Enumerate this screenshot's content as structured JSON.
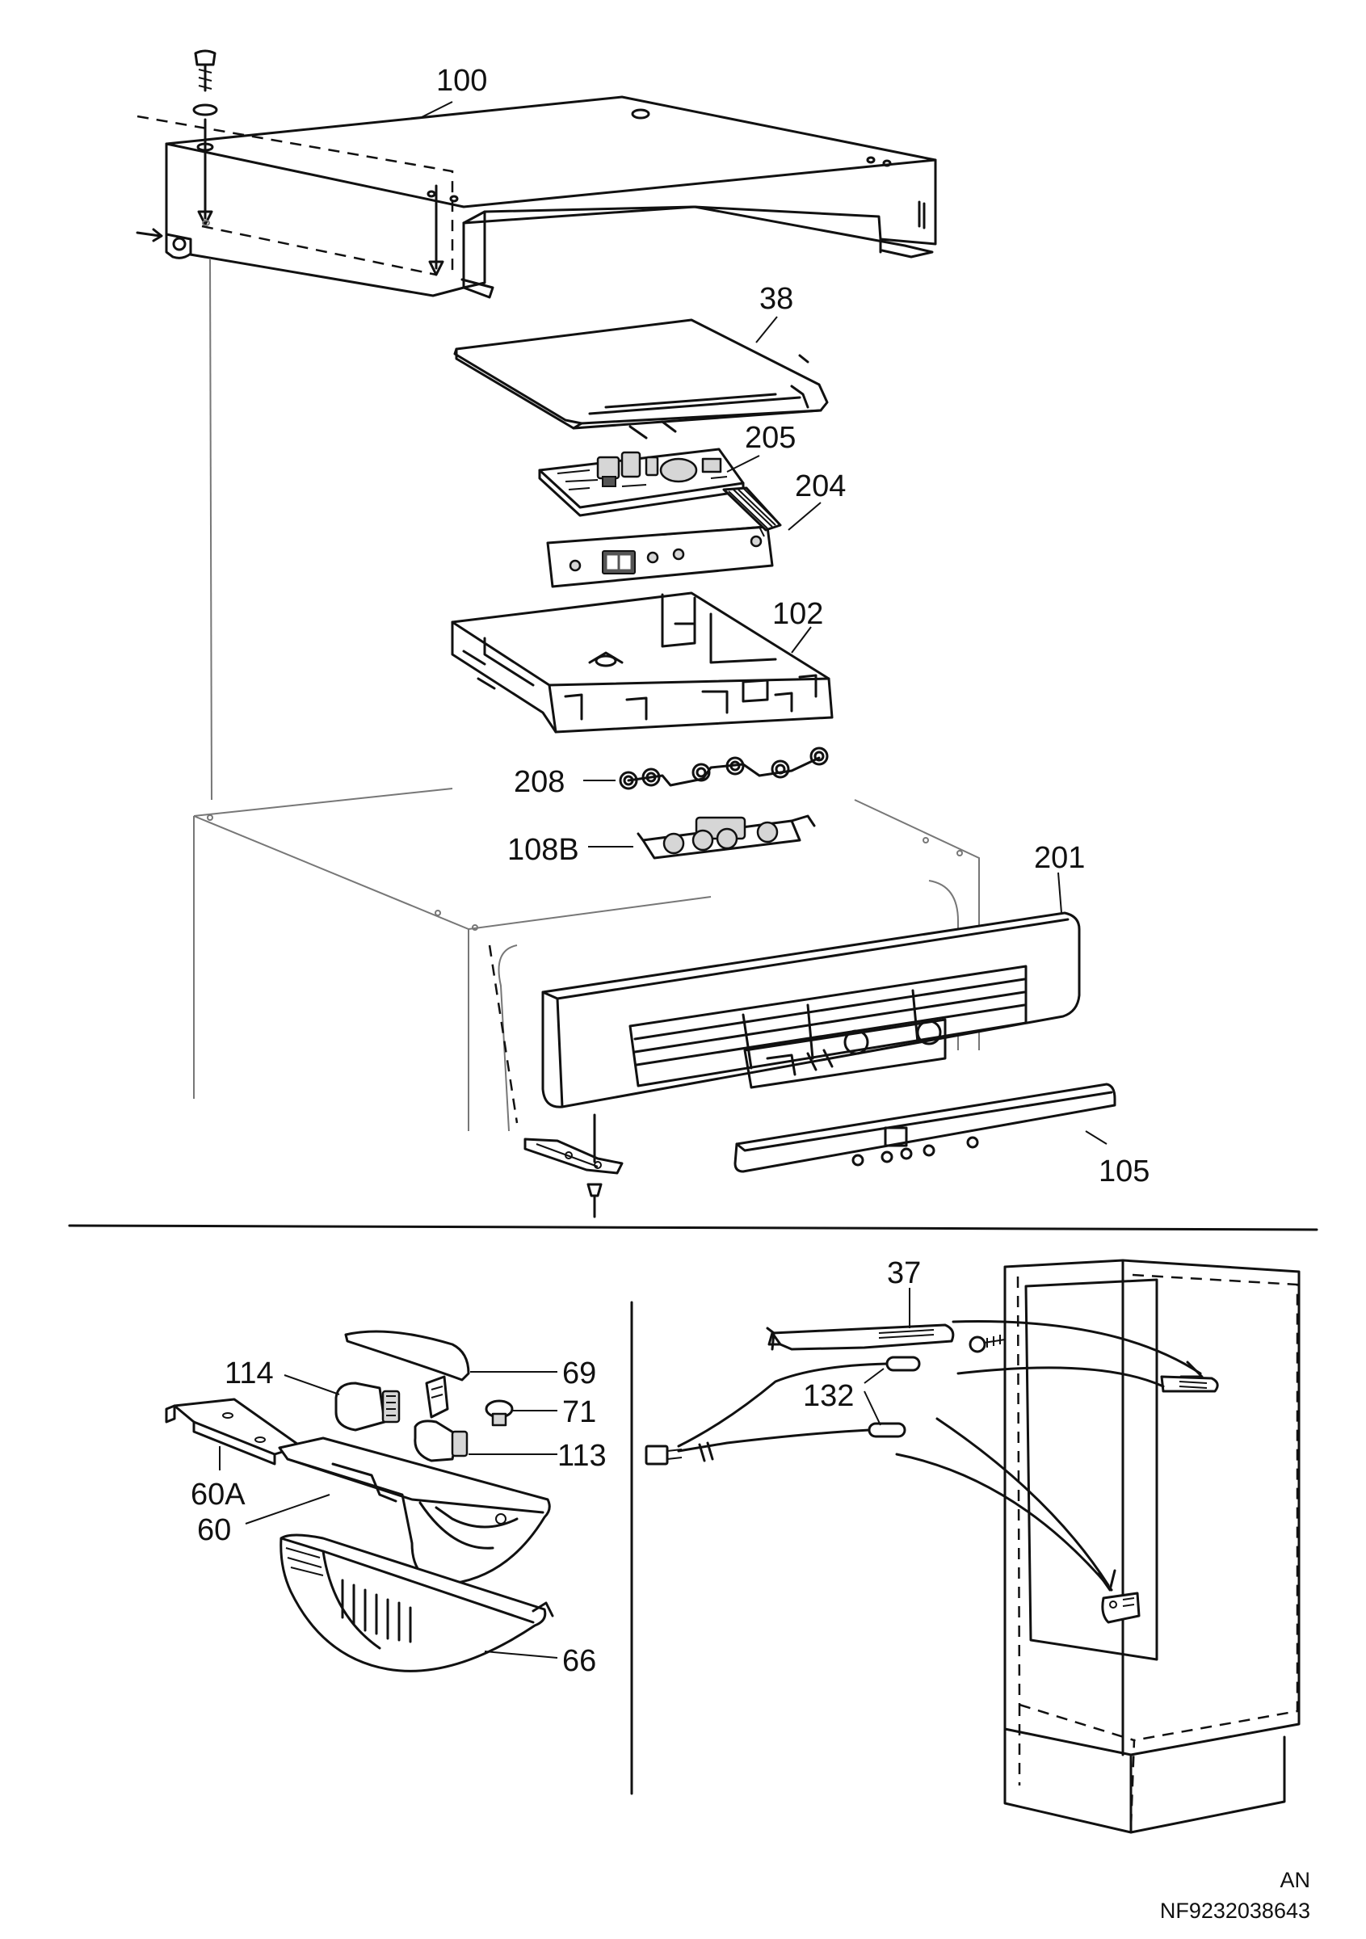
{
  "diagram": {
    "part_labels": {
      "p100": "100",
      "p38": "38",
      "p205": "205",
      "p204": "204",
      "p102": "102",
      "p208": "208",
      "p108b": "108B",
      "p201": "201",
      "p105": "105",
      "p37": "37",
      "p114": "114",
      "p69": "69",
      "p71": "71",
      "p113": "113",
      "p132": "132",
      "p60a": "60A",
      "p60": "60",
      "p66": "66"
    },
    "footer": {
      "lang": "AN",
      "ref": "NF9232038643"
    }
  }
}
